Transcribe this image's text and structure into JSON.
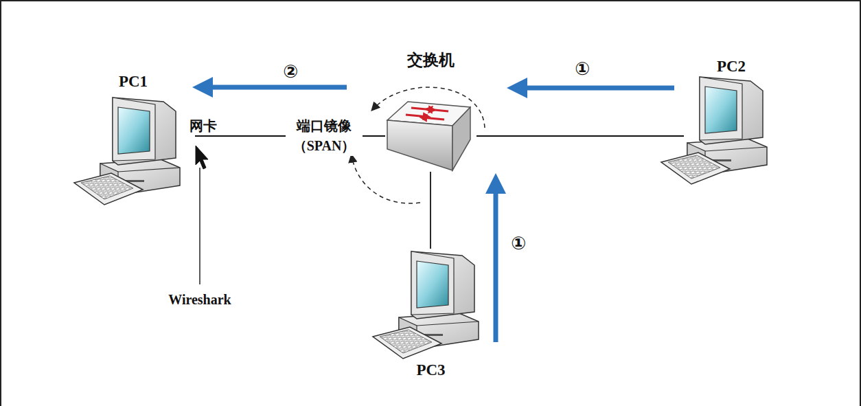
{
  "diagram": {
    "nodes": [
      {
        "text": [
          "PC1"
        ]
      },
      {
        "text": [
          "交换机"
        ]
      },
      {
        "text": [
          "PC2"
        ]
      },
      {
        "text": [
          "PC3"
        ]
      }
    ],
    "edges": [
      {
        "from": 0,
        "to": 1,
        "arrow": "none",
        "label": "端口镜像 （SPAN）"
      },
      {
        "from": 1,
        "to": 2,
        "arrow": "none"
      },
      {
        "from": 1,
        "to": 3,
        "arrow": "none"
      }
    ],
    "labels": [
      "网卡",
      "Wireshark",
      "②",
      "①",
      "①"
    ]
  }
}
